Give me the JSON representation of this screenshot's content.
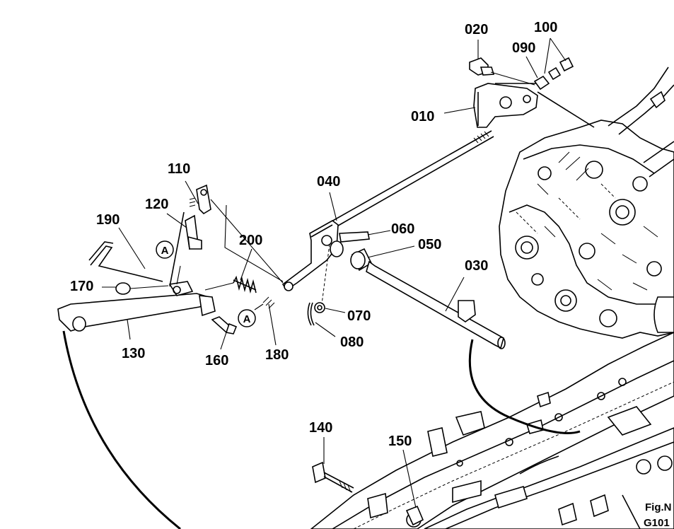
{
  "parts": [
    {
      "id": "p010",
      "label": "010"
    },
    {
      "id": "p020",
      "label": "020"
    },
    {
      "id": "p030",
      "label": "030"
    },
    {
      "id": "p040",
      "label": "040"
    },
    {
      "id": "p050",
      "label": "050"
    },
    {
      "id": "p060",
      "label": "060"
    },
    {
      "id": "p070",
      "label": "070"
    },
    {
      "id": "p080",
      "label": "080"
    },
    {
      "id": "p090",
      "label": "090"
    },
    {
      "id": "p100",
      "label": "100"
    },
    {
      "id": "p110",
      "label": "110"
    },
    {
      "id": "p120",
      "label": "120"
    },
    {
      "id": "p130",
      "label": "130"
    },
    {
      "id": "p140",
      "label": "140"
    },
    {
      "id": "p150",
      "label": "150"
    },
    {
      "id": "p160",
      "label": "160"
    },
    {
      "id": "p170",
      "label": "170"
    },
    {
      "id": "p180",
      "label": "180"
    },
    {
      "id": "p190",
      "label": "190"
    },
    {
      "id": "p200",
      "label": "200"
    }
  ],
  "callouts": [
    {
      "id": "a1",
      "letter": "A"
    },
    {
      "id": "a2",
      "letter": "A"
    }
  ],
  "figure": {
    "line1": "Fig.N",
    "line2": "G101"
  }
}
